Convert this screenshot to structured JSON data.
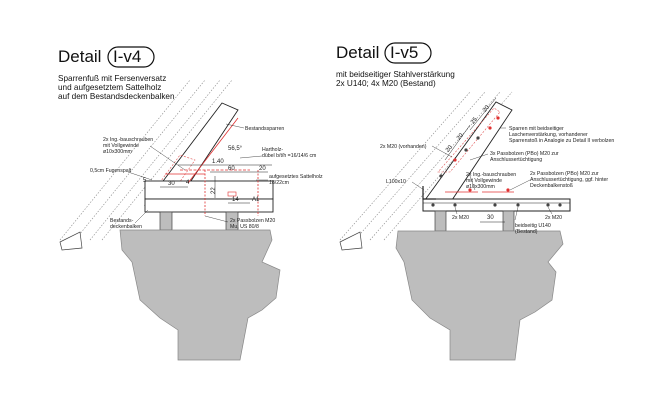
{
  "left": {
    "heading": "Detail",
    "badge": "I-v4",
    "subtitle": [
      "Sparrenfuß mit Fersenversatz",
      "und aufgesetztem Sattelholz",
      "auf dem Bestandsdeckenbalken"
    ],
    "labels": {
      "bestandssparren": "Bestandssparren",
      "screws1": "2x Ing.-bauschrauben",
      "screws2": "mit Vollgewinde",
      "screws3": "ø10x300mm",
      "fugenspalt": "0,5cm Fugenspalt",
      "hartholz1": "Hartholz-",
      "hartholz2": "dübel b/t/h =16/14/6 cm",
      "sattel1": "aufgesetztes Sattelholz",
      "sattel2": "18/22cm",
      "balken1": "Bestands-",
      "balken2": "deckenbalken",
      "bolzen1": "2x Passbolzen M20",
      "bolzen2": "Mu, US 80/8",
      "angle": "56,5°"
    },
    "dims": {
      "d140": "1.40",
      "d60": "60",
      "d20": "20",
      "d30": "30",
      "d22": "22",
      "d14": "14",
      "d4": "4",
      "dA1": "A1",
      "d5": "5"
    }
  },
  "right": {
    "heading": "Detail",
    "badge": "I-v5",
    "subtitle": [
      "mit beidseitiger Stahlverstärkung",
      "2x U140; 4x M20 (Bestand)"
    ],
    "labels": {
      "sparren1": "Sparren mit beidseitiger",
      "sparren2": "Laschenverstärkung, vorhandener",
      "sparren3": "Sparrenstoß in Analogie zu Detail II verbolzen",
      "m20v": "2x M20 (vorhanden)",
      "pass3a": "3x Passbolzen (PBo) M20 zur",
      "pass3b": "Anschlussertüchtigung",
      "l100": "L100x10",
      "screws1": "2x Ing.-bauschrauben",
      "screws2": "mit Vollgewinde",
      "screws3": "ø10x300mm",
      "pass2a": "2x Passbolzen (PBo) M20 zur",
      "pass2b": "Anschlussertüchtigung, ggf. hinter",
      "pass2c": "Deckenbalkenstoß",
      "m20a": "2x M20",
      "m20b": "2x M20",
      "u140a": "beidseitig U140",
      "u140b": "(Bestand)",
      "d30": "30",
      "d20a": "20",
      "d20b": "20",
      "d25": "25",
      "d20c": "20"
    }
  }
}
